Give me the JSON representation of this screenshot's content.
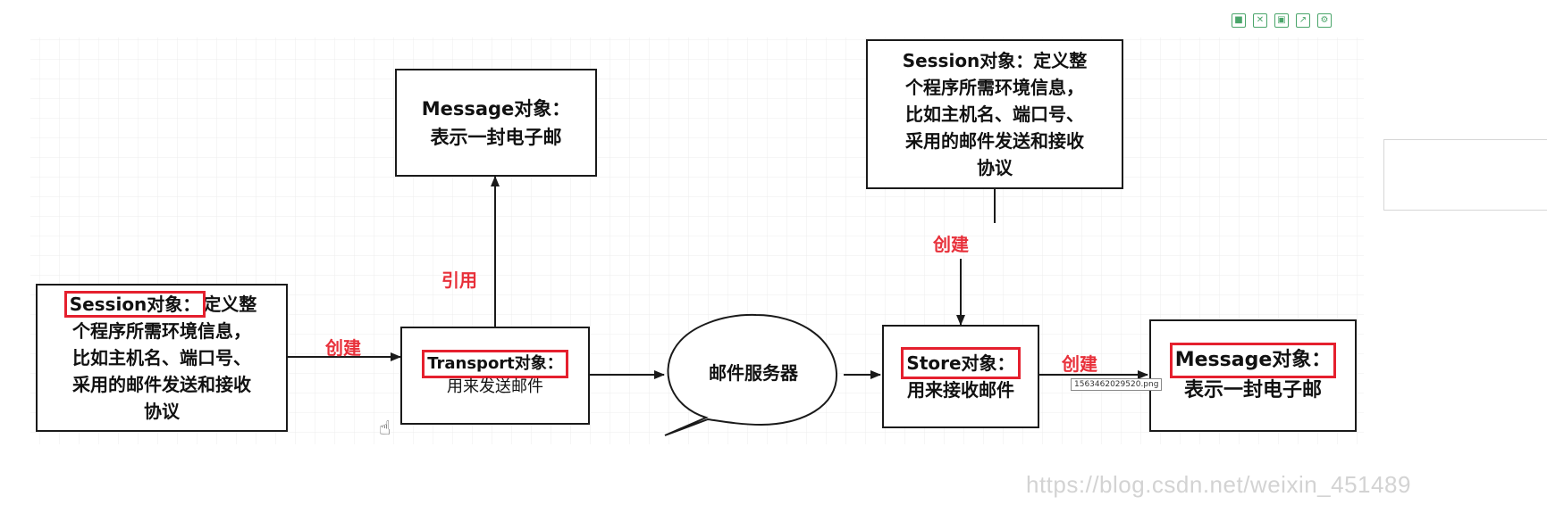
{
  "diagram": {
    "nodes": {
      "session_left": {
        "highlight": "Session对象：",
        "lines": [
          "定义整",
          "个程序所需环境信息，",
          "比如主机名、端口号、",
          "采用的邮件发送和接收",
          "协议"
        ]
      },
      "transport": {
        "highlight": "Transport对象：",
        "lines": [
          "用来发送邮件"
        ]
      },
      "message_top": {
        "lines": [
          "Message对象：",
          "表示一封电子邮"
        ]
      },
      "mail_server": {
        "label": "邮件服务器"
      },
      "session_right": {
        "lines": [
          "Session对象：定义整",
          "个程序所需环境信息，",
          "比如主机名、端口号、",
          "采用的邮件发送和接收",
          "协议"
        ]
      },
      "store": {
        "highlight": "Store对象：",
        "lines": [
          "用来接收邮件"
        ]
      },
      "message_right": {
        "highlight": "Message对象：",
        "lines": [
          "表示一封电子邮"
        ]
      }
    },
    "edge_labels": {
      "session_to_transport": "创建",
      "transport_to_message": "引用",
      "session_to_store": "创建",
      "store_to_message": "创建"
    },
    "colors": {
      "highlight": "#e5202e",
      "edge_label": "#e8303a",
      "grid": "#ececec",
      "stroke": "#1a1a1a"
    }
  },
  "toolbar": {
    "icons": [
      "save-icon",
      "expand-icon",
      "screen-icon",
      "export-icon",
      "settings-icon"
    ]
  },
  "tooltip": "1563462029520.png",
  "watermark": "https://blog.csdn.net/weixin_451489"
}
